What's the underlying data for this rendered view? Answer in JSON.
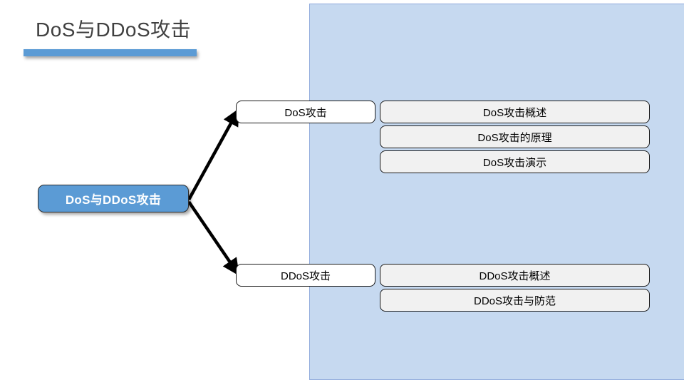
{
  "slide": {
    "title": "DoS与DDoS攻击",
    "accent_color": "#5B9BD5",
    "panel_color": "#C6D9F0",
    "title_color": "#404040"
  },
  "diagram": {
    "root": {
      "label": "DoS与DDoS攻击",
      "fill": "#5B9BD5",
      "text_color": "#FFFFFF"
    },
    "branches": [
      {
        "label": "DoS攻击",
        "children": [
          {
            "label": "DoS攻击概述"
          },
          {
            "label": "DoS攻击的原理"
          },
          {
            "label": "DoS攻击演示"
          }
        ]
      },
      {
        "label": "DDoS攻击",
        "children": [
          {
            "label": "DDoS攻击概述"
          },
          {
            "label": "DDoS攻击与防范"
          }
        ]
      }
    ]
  }
}
